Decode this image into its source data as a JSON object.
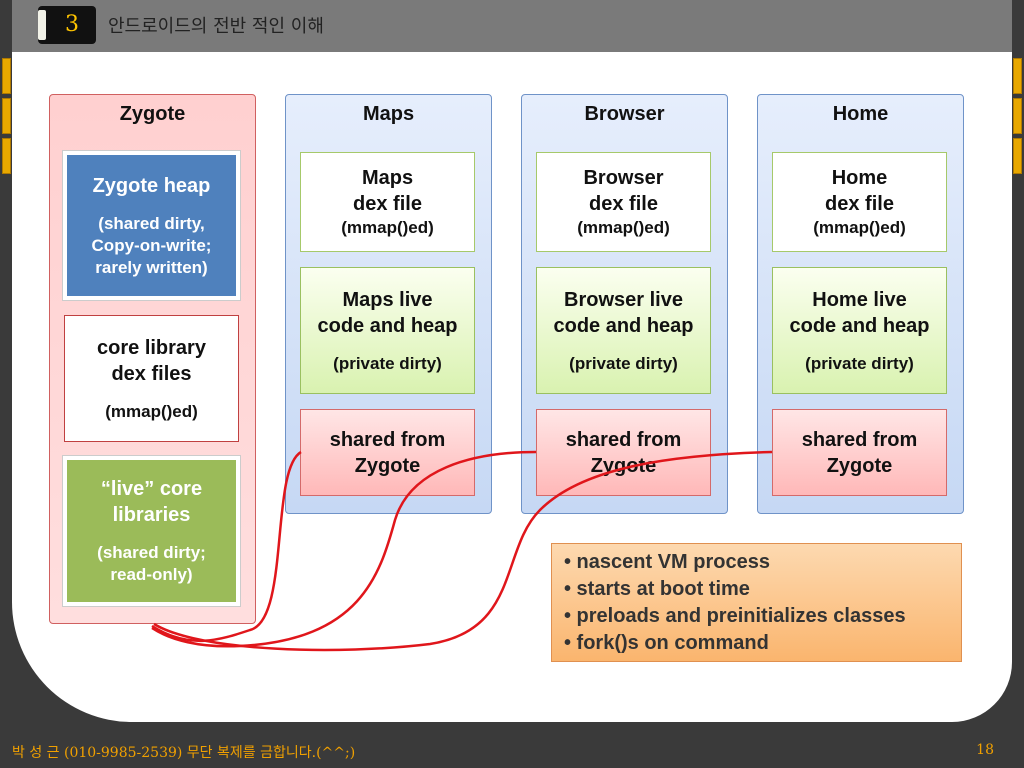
{
  "header": {
    "slide_number": "3",
    "title": "안드로이드의 전반 적인 이해"
  },
  "zygote": {
    "title": "Zygote",
    "heap": {
      "line1": "Zygote heap",
      "line2": "(shared dirty,",
      "line3": "Copy-on-write;",
      "line4": "rarely written)"
    },
    "core_dex": {
      "line1": "core library",
      "line2": "dex files",
      "line3": "(mmap()ed)"
    },
    "live_core": {
      "line1": "“live” core",
      "line2": "libraries",
      "line3": "(shared dirty;",
      "line4": "read-only)"
    }
  },
  "processes": [
    {
      "title": "Maps",
      "dex": {
        "line1": "Maps",
        "line2": "dex file",
        "line3": "(mmap()ed)"
      },
      "live": {
        "line1": "Maps live",
        "line2": "code and heap",
        "line3": "(private dirty)"
      },
      "shared": {
        "line1": "shared from",
        "line2": "Zygote"
      }
    },
    {
      "title": "Browser",
      "dex": {
        "line1": "Browser",
        "line2": "dex file",
        "line3": "(mmap()ed)"
      },
      "live": {
        "line1": "Browser live",
        "line2": "code and heap",
        "line3": "(private dirty)"
      },
      "shared": {
        "line1": "shared from",
        "line2": "Zygote"
      }
    },
    {
      "title": "Home",
      "dex": {
        "line1": "Home",
        "line2": "dex file",
        "line3": "(mmap()ed)"
      },
      "live": {
        "line1": "Home live",
        "line2": "code and heap",
        "line3": "(private dirty)"
      },
      "shared": {
        "line1": "shared from",
        "line2": "Zygote"
      }
    }
  ],
  "notes": [
    "• nascent VM process",
    "• starts at boot time",
    "• preloads and preinitializes classes",
    "• fork()s on command"
  ],
  "footer": {
    "text": "박 성 근 (010-9985-2539)  무단 복제를 금합니다.(^^;)",
    "page": "18"
  },
  "colors": {
    "accent": "#ffc400",
    "connector": "#e0161b",
    "zygote_blue": "#4f81bd",
    "zygote_green": "#9bbb59"
  }
}
